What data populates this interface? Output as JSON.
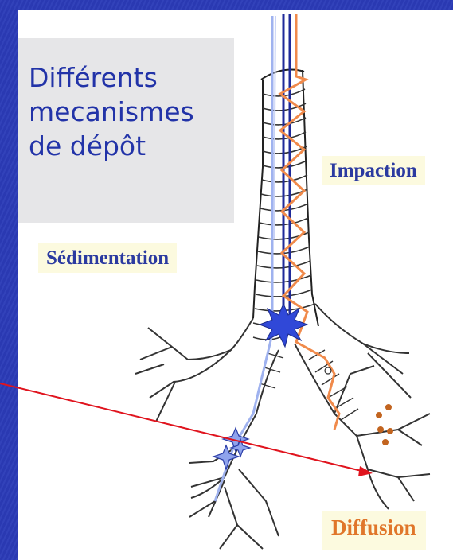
{
  "title": "Différents\nmecanismes\nde dépôt",
  "labels": {
    "sedimentation": "Sédimentation",
    "impaction": "Impaction",
    "diffusion": "Diffusion"
  },
  "colors": {
    "background": "#2b3bb8",
    "title_text": "#2233a8",
    "label_bg": "#fcfadf",
    "impaction_path": "#f08a4b",
    "sedimentation_path": "#9fb2ef",
    "dark_path": "#1f2a9a",
    "arrow": "#e0141e",
    "particles": "#c2641f"
  }
}
